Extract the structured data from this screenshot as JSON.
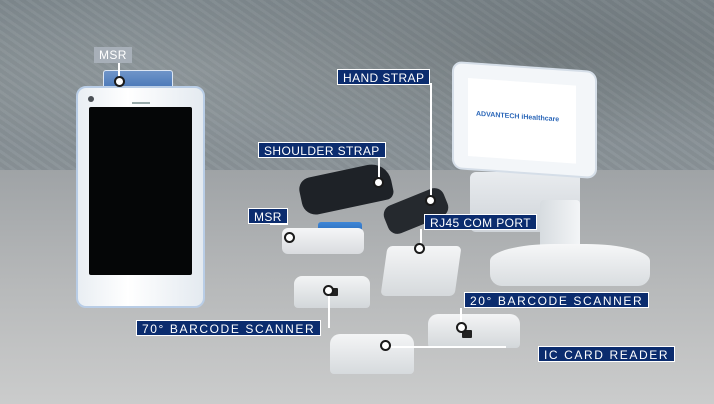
{
  "callouts": {
    "msr_top": "MSR",
    "hand_strap": "HAND STRAP",
    "shoulder_strap": "SHOULDER STRAP",
    "msr": "MSR",
    "rj45": "RJ45 COM PORT",
    "barcode20": "20° BARCODE SCANNER",
    "barcode70": "70° BARCODE SCANNER",
    "ic_card": "IC CARD READER"
  },
  "tablet_logo": {
    "brand": "ADVANTECH",
    "sub": "iHealthcare"
  },
  "colors": {
    "label_bg": "#0b2c6e",
    "label_text": "#ffffff",
    "line": "#ffffff"
  }
}
